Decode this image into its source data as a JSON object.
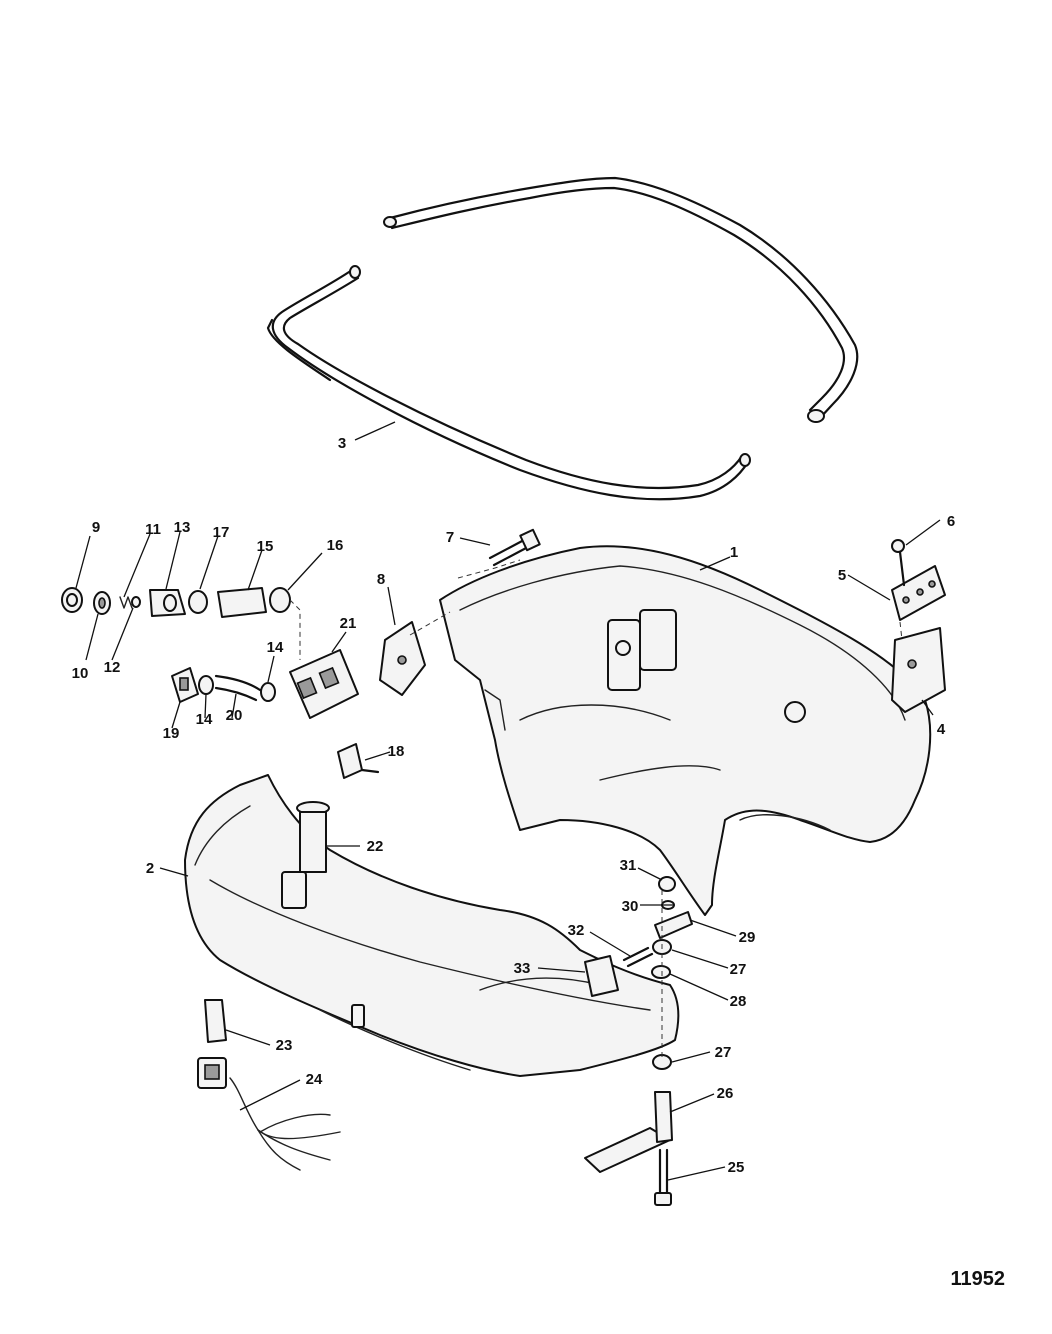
{
  "figure_number": "11952",
  "callouts": [
    {
      "label": "1",
      "part": "bottom-cowl-starboard"
    },
    {
      "label": "2",
      "part": "bottom-cowl-port"
    },
    {
      "label": "3",
      "part": "cowl-seal"
    },
    {
      "label": "4",
      "part": "latch"
    },
    {
      "label": "5",
      "part": "latch-plate"
    },
    {
      "label": "6",
      "part": "screw"
    },
    {
      "label": "7",
      "part": "bolt"
    },
    {
      "label": "8",
      "part": "bracket"
    },
    {
      "label": "9",
      "part": "nut"
    },
    {
      "label": "10",
      "part": "washer"
    },
    {
      "label": "11",
      "part": "spring"
    },
    {
      "label": "12",
      "part": "o-ring"
    },
    {
      "label": "13",
      "part": "fitting"
    },
    {
      "label": "14",
      "part": "hose-clamp"
    },
    {
      "label": "15",
      "part": "hose"
    },
    {
      "label": "16",
      "part": "hose-clamp"
    },
    {
      "label": "17",
      "part": "clip"
    },
    {
      "label": "18",
      "part": "elbow-fitting"
    },
    {
      "label": "19",
      "part": "grommet"
    },
    {
      "label": "20",
      "part": "hose"
    },
    {
      "label": "21",
      "part": "seal"
    },
    {
      "label": "22",
      "part": "sleeve"
    },
    {
      "label": "23",
      "part": "retainer"
    },
    {
      "label": "24",
      "part": "harness"
    },
    {
      "label": "25",
      "part": "bolt"
    },
    {
      "label": "26",
      "part": "pivot-lever"
    },
    {
      "label": "27",
      "part": "bushing"
    },
    {
      "label": "27",
      "part": "bushing"
    },
    {
      "label": "28",
      "part": "wave-washer"
    },
    {
      "label": "29",
      "part": "lever"
    },
    {
      "label": "30",
      "part": "washer"
    },
    {
      "label": "31",
      "part": "nut"
    },
    {
      "label": "32",
      "part": "screw"
    },
    {
      "label": "33",
      "part": "bracket"
    }
  ]
}
